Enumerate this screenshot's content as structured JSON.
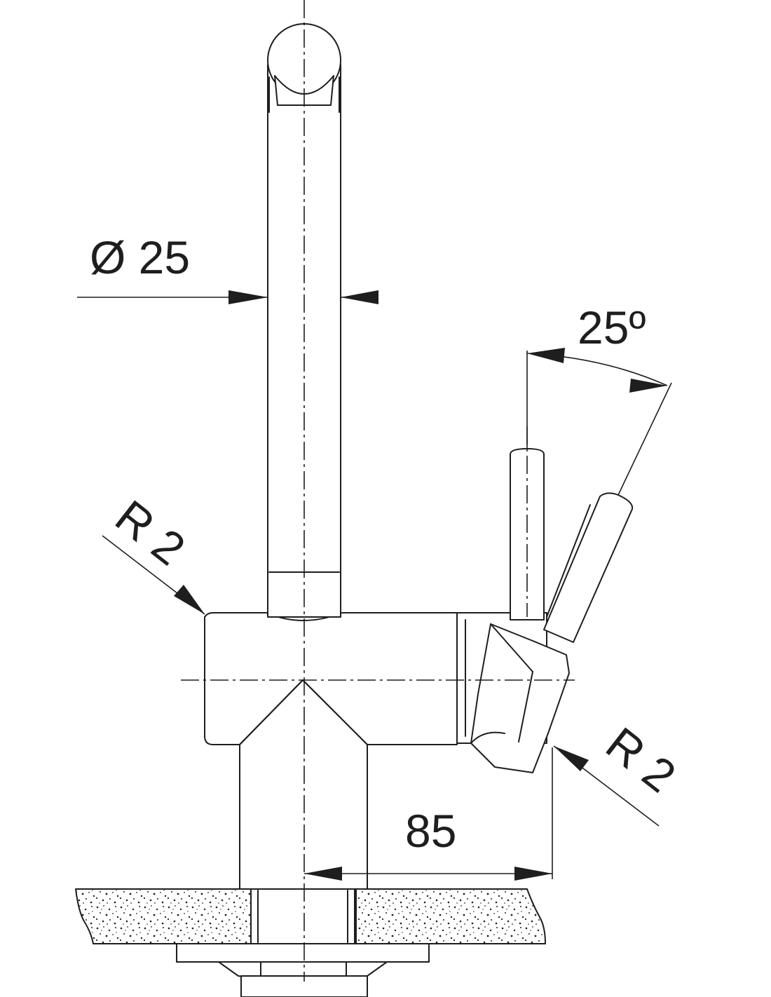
{
  "diagram": {
    "stroke_color": "#1e1e1e",
    "background": "#ffffff",
    "countertop_pattern": "speckled-granite",
    "labels": {
      "diameter": "Ø 25",
      "angle": "25º",
      "radius_left": "R 2",
      "radius_right": "R 2",
      "offset": "85"
    }
  }
}
